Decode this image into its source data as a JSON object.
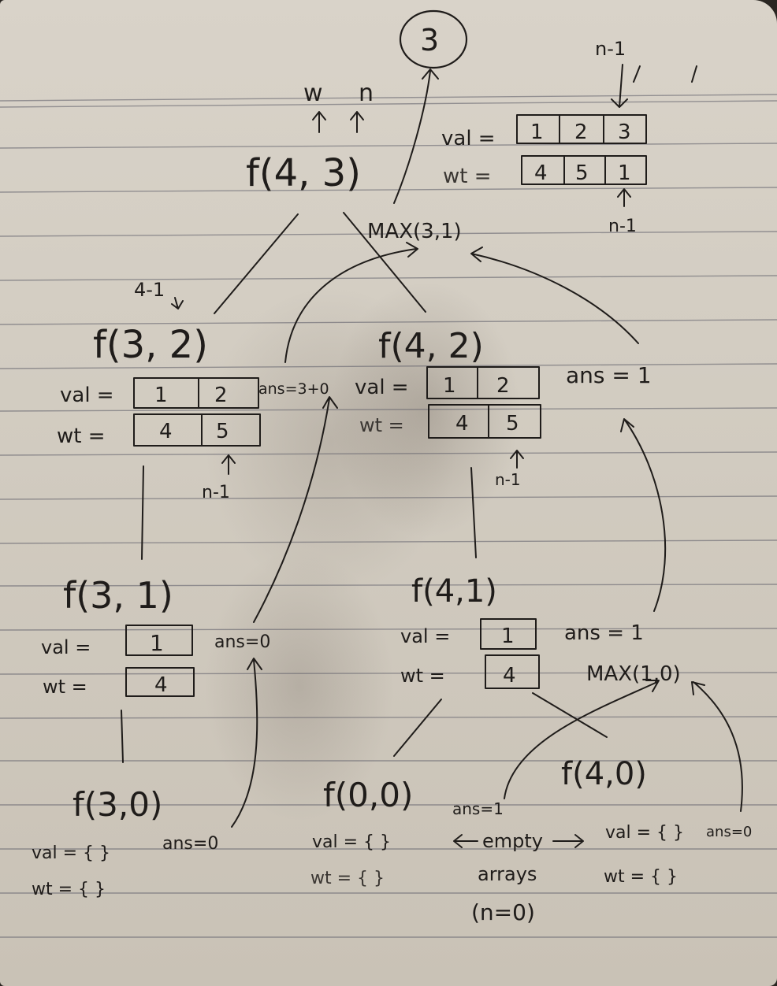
{
  "result": {
    "value": "3"
  },
  "top": {
    "labels": {
      "w": "w",
      "n": "n",
      "n_minus_1_top": "n-1",
      "n_minus_1_bottom": "n-1"
    },
    "call": "f(4, 3)",
    "val_label": "val =",
    "wt_label": "wt =",
    "val": [
      "1",
      "2",
      "3"
    ],
    "wt": [
      "4",
      "5",
      "1"
    ],
    "max": "MAX(3,1)"
  },
  "left_branch": {
    "note": "4-1",
    "call": "f(3, 2)",
    "val_label": "val =",
    "wt_label": "wt =",
    "val": [
      "1",
      "2"
    ],
    "wt": [
      "4",
      "5"
    ],
    "ans": "ans=3+0",
    "pointer": "n-1"
  },
  "right_branch": {
    "call": "f(4, 2)",
    "val_label": "val =",
    "wt_label": "wt =",
    "val": [
      "1",
      "2"
    ],
    "wt": [
      "4",
      "5"
    ],
    "ans": "ans = 1",
    "pointer": "n-1"
  },
  "f31": {
    "call": "f(3, 1)",
    "val_label": "val =",
    "wt_label": "wt =",
    "val": "1",
    "wt": "4",
    "ans": "ans=0"
  },
  "f41": {
    "call": "f(4,1)",
    "val_label": "val =",
    "wt_label": "wt =",
    "val": "1",
    "wt": "4",
    "ans": "ans = 1",
    "max": "MAX(1,0)"
  },
  "f30": {
    "call": "f(3,0)",
    "val": "val = { }",
    "wt": "wt = { }",
    "ans": "ans=0"
  },
  "f00": {
    "call": "f(0,0)",
    "val": "val = {   }",
    "wt": "wt = {   }",
    "ans": "ans=1"
  },
  "f40": {
    "call": "f(4,0)",
    "val": "val = { }",
    "wt": "wt = { }",
    "ans": "ans=0"
  },
  "empty_note": {
    "line1": "empty",
    "line2": "arrays",
    "line3": "(n=0)"
  }
}
